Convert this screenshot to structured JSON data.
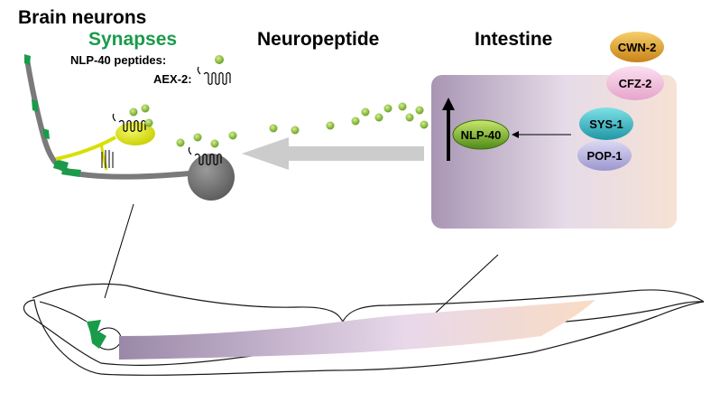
{
  "headings": {
    "brain_neurons": "Brain neurons",
    "synapses": "Synapses",
    "neuropeptide": "Neuropeptide",
    "intestine": "Intestine"
  },
  "legend": {
    "nlp40_peptides": "NLP-40 peptides:",
    "aex2": "AEX-2:"
  },
  "proteins": {
    "cwn2": "CWN-2",
    "cfz2": "CFZ-2",
    "sys1": "SYS-1",
    "pop1": "POP-1",
    "nlp40": "NLP-40"
  },
  "colors": {
    "synapse_green": "#1a9b4a",
    "peptide_green": "#7dbb2a",
    "neuron_gray": "#7a7a7a",
    "interneuron_yellow": "#d8e000",
    "intestine_purple": "#a896b4",
    "intestine_pink": "#f3dccf",
    "cwn2_orange": "#e6a327",
    "cfz2_pink": "#f0b8d8",
    "sys1_teal": "#2fb7c4",
    "pop1_lavender": "#b4b0dd"
  }
}
